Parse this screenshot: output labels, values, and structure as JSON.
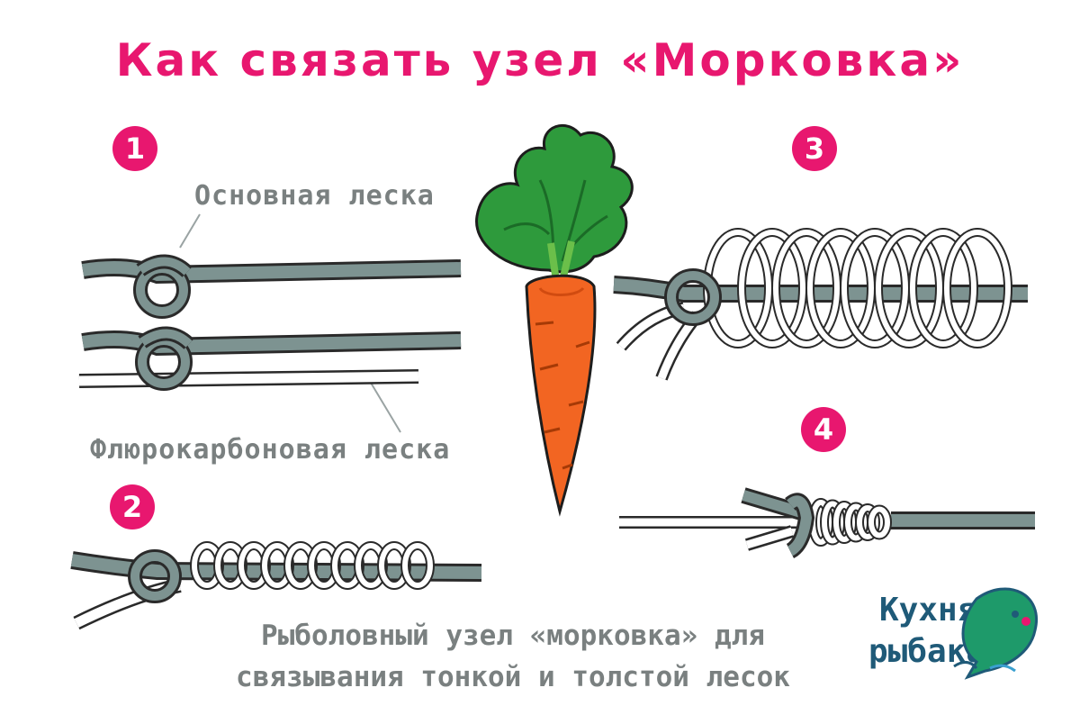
{
  "title": "Как связать узел «Морковка»",
  "steps": [
    "1",
    "2",
    "3",
    "4"
  ],
  "labels": {
    "main_line": "Основная леска",
    "fluoro_line": "Флюрокарбоновая леска"
  },
  "caption": {
    "line1": "Рыболовный узел «морковка» для",
    "line2": "связывания тонкой и толстой лесок"
  },
  "logo": {
    "line1": "Кухня",
    "line2": "рыбака"
  },
  "colors": {
    "accent": "#e8176f",
    "line_main": "#7d9391",
    "line_outline": "#2a2a2a",
    "label_gray": "#7a8080",
    "carrot": "#f26522",
    "leaves": "#2e9a3c",
    "logo": "#1f5a78"
  },
  "icons": [
    "carrot-illustration",
    "fish-logo-icon"
  ]
}
